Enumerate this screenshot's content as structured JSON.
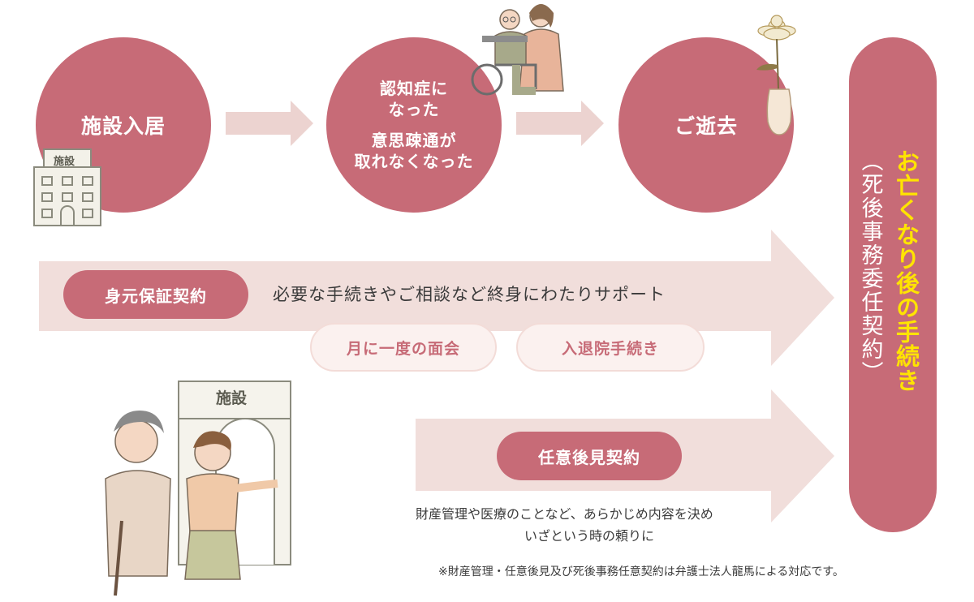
{
  "steps": [
    "施設入居",
    "認知症に",
    "なった",
    "意思疎通が",
    "取れなくなった",
    "ご逝去"
  ],
  "building_sign": "施設",
  "contract1": {
    "label": "身元保証契約",
    "desc": "必要な手続きやご相談など終身にわたりサポート",
    "sub1": "月に一度の面会",
    "sub2": "入退院手続き"
  },
  "contract2": {
    "label": "任意後見契約",
    "desc_line1": "財産管理や医療のことなど、あらかじめ内容を決め",
    "desc_line2": "いざという時の頼りに"
  },
  "final": {
    "main": "お亡くなり後の手続き",
    "sub": "（死後事務委任契約）"
  },
  "footnote": "※財産管理・任意後見及び死後事務任意契約は弁護士法人龍馬による対応です。",
  "colors": {
    "circle": "#c76b77",
    "arrow": "#ecd3d0",
    "arrow_light": "#f1dedb",
    "yellow": "#ffe400"
  }
}
